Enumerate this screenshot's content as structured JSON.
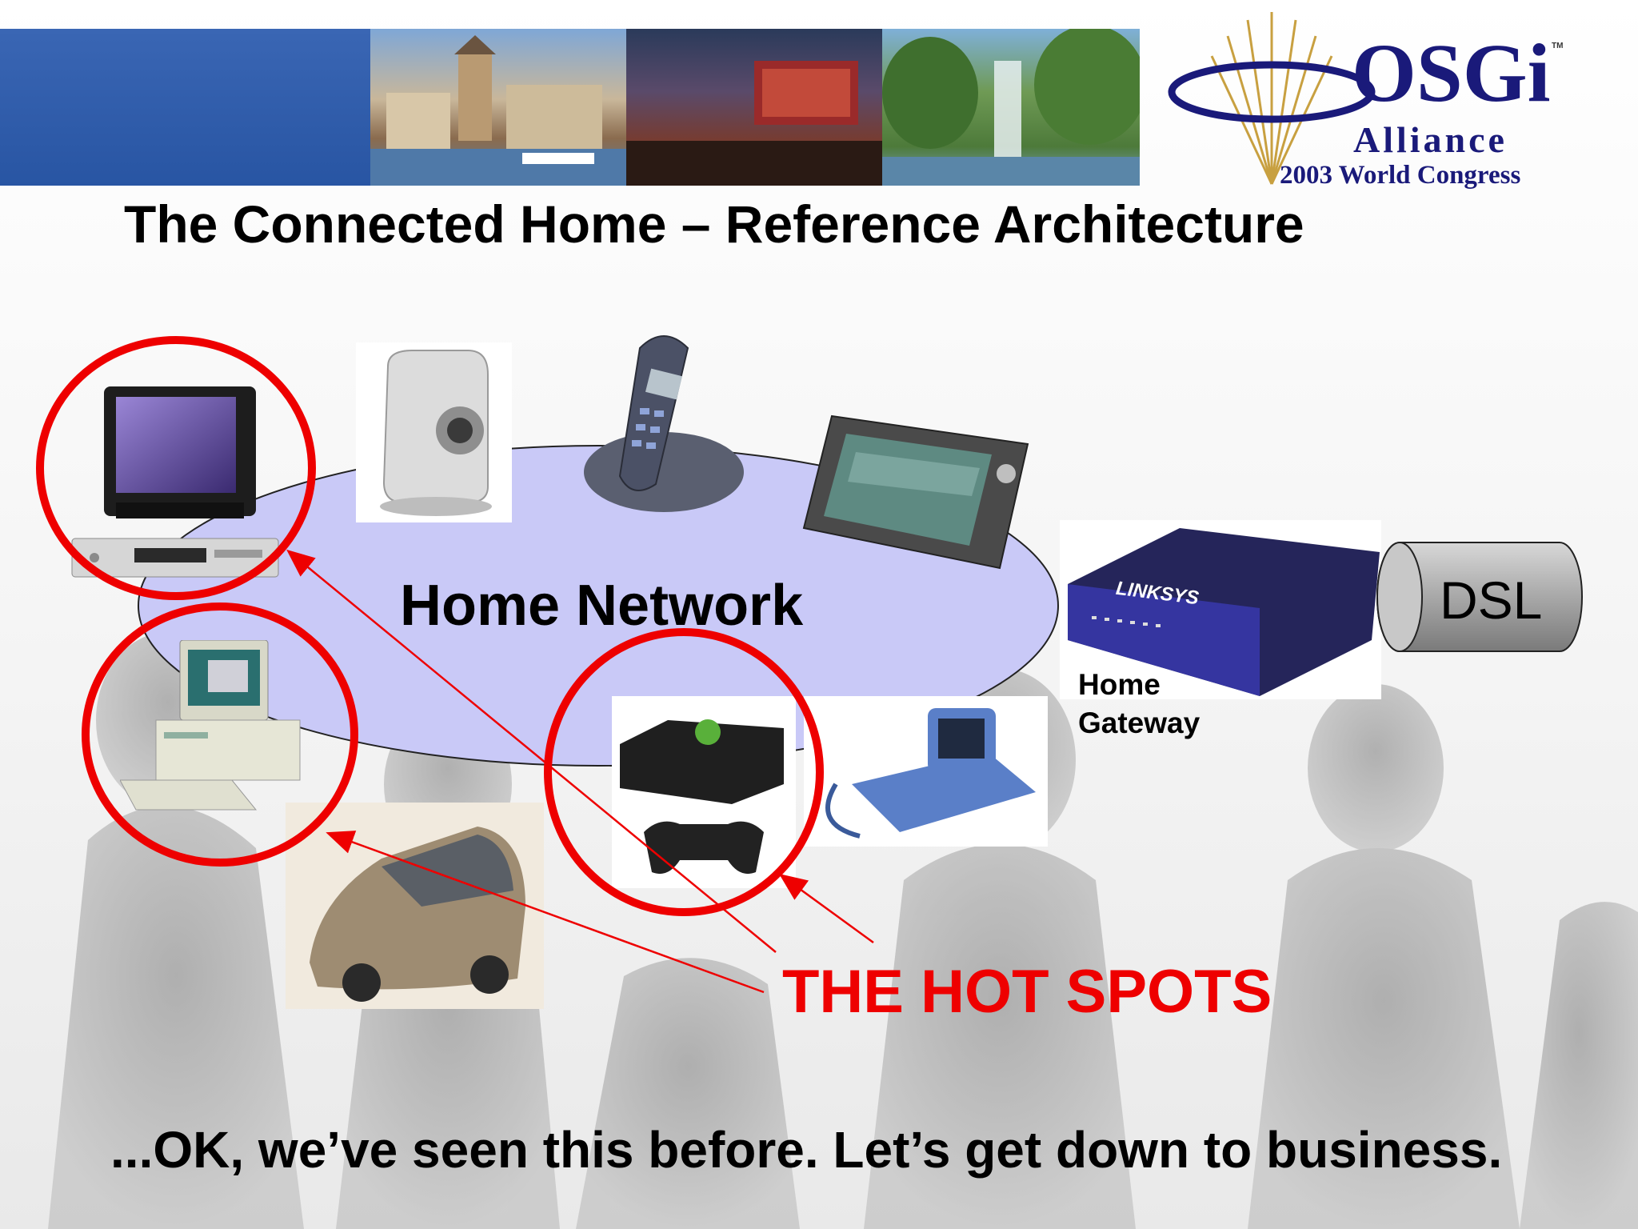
{
  "header": {
    "title": "The Connected Home – Reference Architecture",
    "logo": {
      "brand": "OSGi",
      "trademark": "TM",
      "org": "Alliance",
      "event": "2003 World Congress"
    },
    "photos": [
      "city-riverfront-photo",
      "open-air-cinema-photo",
      "park-fountain-photo"
    ]
  },
  "diagram": {
    "network_label": "Home Network",
    "gateway_label_line1": "Home",
    "gateway_label_line2": "Gateway",
    "dsl_label": "DSL",
    "router_brand": "LINKSYS",
    "hot_spots_label": "THE HOT SPOTS",
    "devices": [
      "television",
      "dvd-player",
      "network-camera",
      "cordless-phone",
      "tablet-pc",
      "desktop-computer",
      "game-console",
      "video-phone",
      "car",
      "router"
    ],
    "hot_spot_targets": [
      "television",
      "desktop-computer",
      "game-console"
    ]
  },
  "footer": {
    "text": "...OK, we’ve seen this before. Let’s get down to business."
  },
  "colors": {
    "header_blue": "#2f5dac",
    "network_ellipse": "#c9c9f7",
    "hot_spot_red": "#ee0000",
    "logo_navy": "#1a1a7a",
    "logo_gold": "#c8a040"
  }
}
